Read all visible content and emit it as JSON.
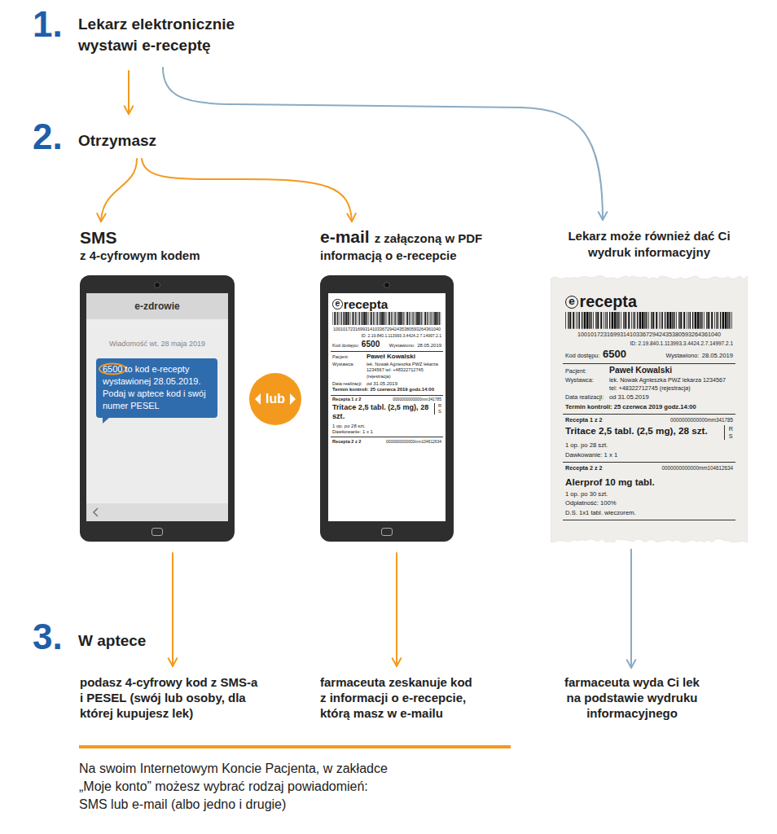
{
  "diagram": {
    "nodes": [
      {
        "text": [
          "1.",
          "Lekarz elektronicznie wystawi e-receptę"
        ]
      },
      {
        "text": [
          "2.",
          "Otrzymasz"
        ]
      },
      {
        "text": [
          "SMS",
          "z 4-cyfrowym kodem",
          "Wiadomość wt. 28 maja 2019"
        ]
      },
      {
        "text": [
          "e-zdrowie"
        ],
        "in": 2
      },
      {
        "text": [
          "6500 to kod e-recepty wystawionej 28.05.2019. Podaj w aptece kod i swój numer PESEL"
        ],
        "in": 2
      },
      {
        "text": [
          "lub"
        ]
      },
      {
        "text": [
          "e-mail",
          "z załączoną w PDF informacją o e-recepcie"
        ]
      },
      {
        "text": [
          "e",
          "recepta",
          "10010172316993141033672942435380593264361040",
          "ID: 2.19.840.1.113993.3.4424.2.7.14997.2.1",
          "Kod dostępu:",
          "6500",
          "Wystawiono:",
          "28.05.2019",
          "Pacjent:",
          "Paweł Kowalski",
          "Wystawca:",
          "lek. Nowak Agnieszka PWZ lekarza 1234567 tel: +48322712745 (rejestracja)",
          "Data realizacji:",
          "od 31.05.2019",
          "Termin kontroli: 25 czerwca 2019 godz.14:00",
          "Recepta 1 z 2",
          "0000000000000mm341785",
          "Tritace 2,5 tabl. (2,5 mg), 28 szt.",
          "R",
          "S",
          "1 op. po 28 szt.",
          "Dawkowanie: 1 x 1",
          "Recepta 2 z 2",
          "0000000000000mm104612634"
        ],
        "in": 6
      },
      {
        "text": [
          "Lekarz może również dać Ci wydruk informacyjny",
          "e",
          "recepta",
          "10010172316993141033672942435380593264361040",
          "ID: 2.19.840.1.113993.3.4424.2.7.14997.2.1",
          "Kod dostępu:",
          "6500",
          "Wystawiono:",
          "28.05.2019",
          "Pacjent:",
          "Paweł Kowalski",
          "Wystawca:",
          "lek. Nowak Agnieszka PWZ lekarza 1234567 tel: +48322712745 (rejestracja)",
          "Data realizacji:",
          "od 31.05.2019",
          "Termin kontroli: 25 czerwca 2019 godz.14:00",
          "Recepta 1 z 2",
          "0000000000000mm341785",
          "Tritace 2,5 tabl. (2,5 mg), 28 szt.",
          "R",
          "S",
          "1 op. po 28 szt.",
          "Dawkowanie: 1 x 1",
          "Recepta 2 z 2",
          "0000000000000mm104612634",
          "Alerprof 10 mg tabl.",
          "1 op. po 30 szt.",
          "Odpłatność: 100%",
          "D.S. 1x1 tabl. wieczorem."
        ]
      },
      {
        "text": [
          "3.",
          "W aptece"
        ]
      },
      {
        "text": [
          "podasz 4-cyfrowy kod z SMS-a i PESEL (swój lub osoby, dla której kupujesz lek)"
        ]
      },
      {
        "text": [
          "farmaceuta zeskanuje kod z informacji o e-recepcie, którą masz w e-mailu"
        ]
      },
      {
        "text": [
          "farmaceuta wyda Ci lek na podstawie wydruku informacyjnego"
        ]
      }
    ],
    "edges": [
      {
        "from": 0,
        "to": 1,
        "arrow": "to"
      },
      {
        "from": 0,
        "to": 8,
        "arrow": "to"
      },
      {
        "from": 1,
        "to": 2,
        "arrow": "to"
      },
      {
        "from": 1,
        "to": 6,
        "arrow": "to"
      },
      {
        "from": 2,
        "to": 10,
        "arrow": "to"
      },
      {
        "from": 6,
        "to": 11,
        "arrow": "to"
      },
      {
        "from": 8,
        "to": 12,
        "arrow": "to"
      }
    ],
    "labels": [
      "Na swoim Internetowym Koncie Pacjenta, w zakładce „Moje konto” możesz wybrać rodzaj powiadomień: SMS lub e-mail (albo jedno i drugie)"
    ]
  }
}
